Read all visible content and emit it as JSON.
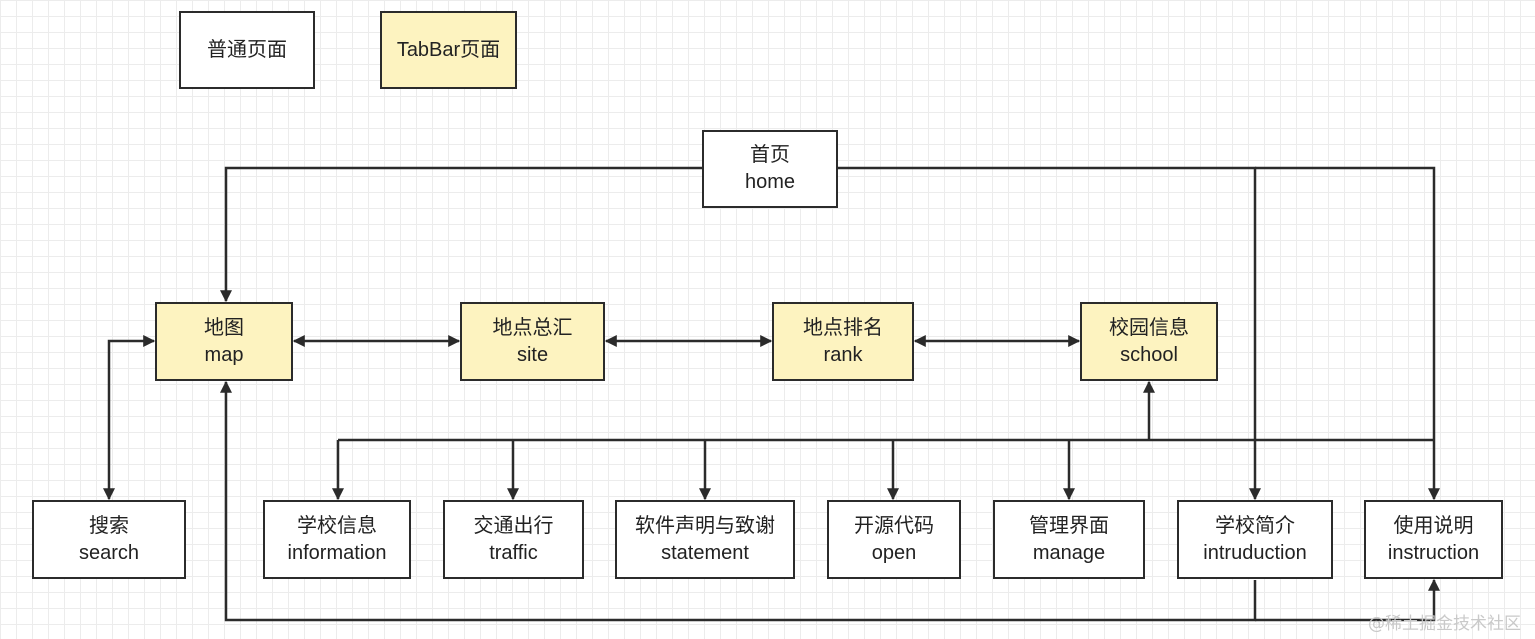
{
  "legend": {
    "normal": "普通页面",
    "tabbar": "TabBar页面"
  },
  "nodes": {
    "home": {
      "zh": "首页",
      "en": "home"
    },
    "map": {
      "zh": "地图",
      "en": "map"
    },
    "site": {
      "zh": "地点总汇",
      "en": "site"
    },
    "rank": {
      "zh": "地点排名",
      "en": "rank"
    },
    "school": {
      "zh": "校园信息",
      "en": "school"
    },
    "search": {
      "zh": "搜索",
      "en": "search"
    },
    "information": {
      "zh": "学校信息",
      "en": "information"
    },
    "traffic": {
      "zh": "交通出行",
      "en": "traffic"
    },
    "statement": {
      "zh": "软件声明与致谢",
      "en": "statement"
    },
    "open": {
      "zh": "开源代码",
      "en": "open"
    },
    "manage": {
      "zh": "管理界面",
      "en": "manage"
    },
    "intruduction": {
      "zh": "学校简介",
      "en": "intruduction"
    },
    "instruction": {
      "zh": "使用说明",
      "en": "instruction"
    }
  },
  "watermark": "@稀土掘金技术社区",
  "colors": {
    "tabbar_fill": "#fdf3c0",
    "normal_fill": "#ffffff",
    "stroke": "#2b2b2b"
  }
}
